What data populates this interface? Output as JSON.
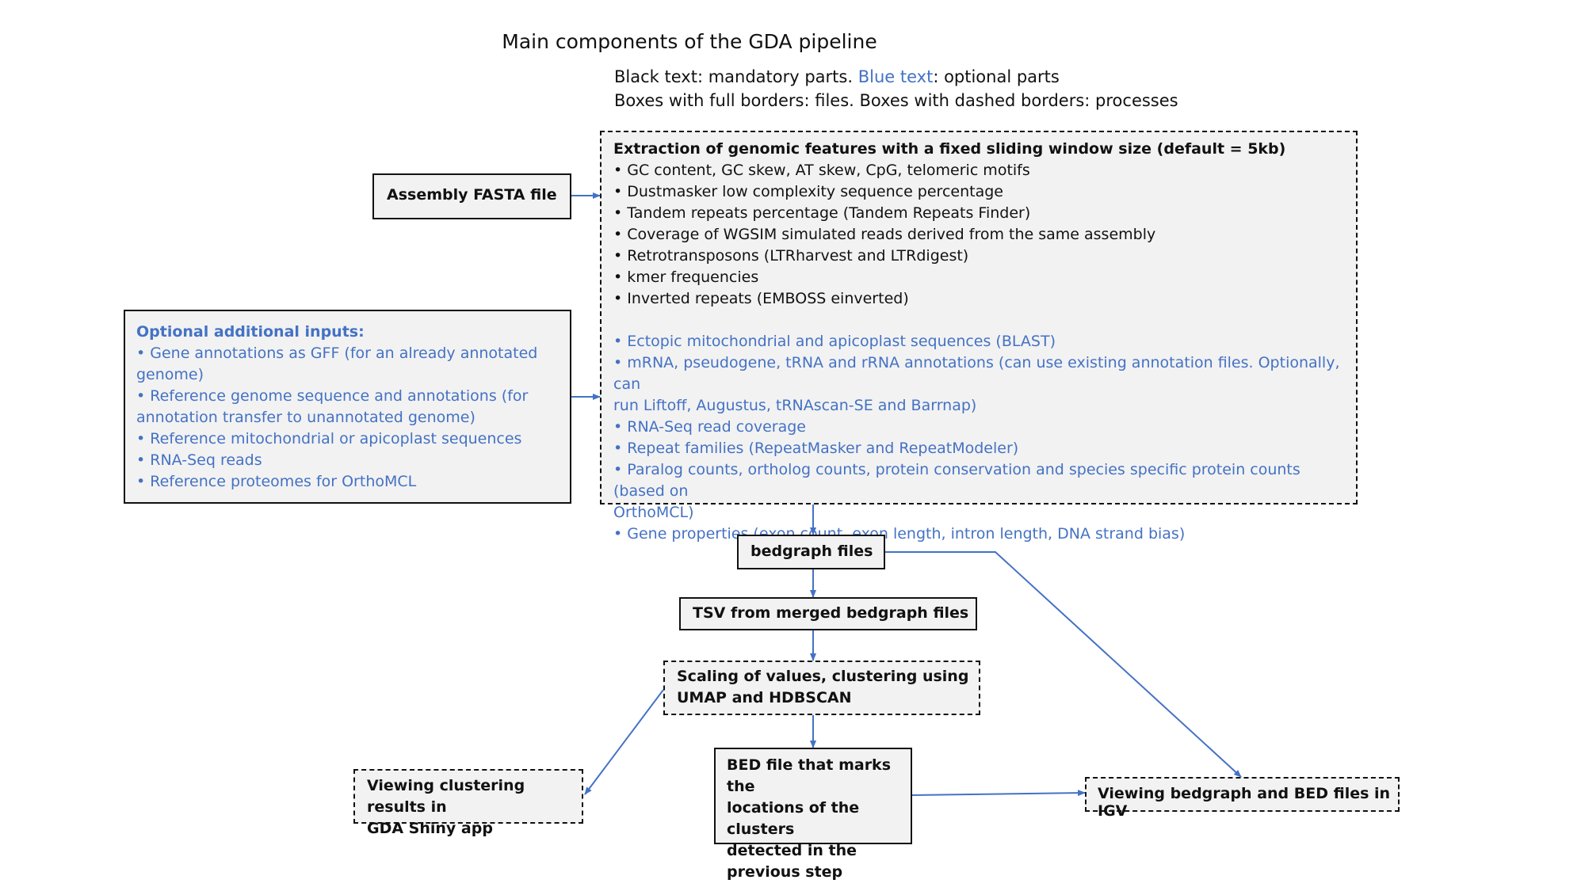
{
  "title": "Main components of the GDA pipeline",
  "legend": {
    "line1_a": "Black text: mandatory parts.",
    "line1_b": "Blue text",
    "line1_c": ": optional parts",
    "line2": "Boxes with full borders: files. Boxes with dashed borders: processes"
  },
  "colors": {
    "optional_text": "#4472c4",
    "arrow": "#4472c4",
    "box_fill": "#f2f2f2"
  },
  "nodes": {
    "assembly": "Assembly FASTA file",
    "optional": {
      "heading": "Optional additional inputs:",
      "items": [
        "• Gene annotations as GFF (for an already annotated",
        "genome)",
        "• Reference genome sequence and annotations (for",
        "annotation transfer to unannotated genome)",
        "• Reference mitochondrial or apicoplast sequences",
        "• RNA-Seq reads",
        "• Reference proteomes for OrthoMCL"
      ]
    },
    "extraction": {
      "heading": "Extraction of genomic features with a fixed sliding window size (default = 5kb)",
      "mandatory": [
        "• GC content, GC skew, AT skew, CpG, telomeric motifs",
        "• Dustmasker low complexity sequence percentage",
        "• Tandem repeats percentage (Tandem Repeats Finder)",
        "• Coverage of WGSIM simulated reads derived from the same assembly",
        "• Retrotransposons (LTRharvest and LTRdigest)",
        "• kmer frequencies",
        "• Inverted repeats (EMBOSS einverted)"
      ],
      "optional": [
        "• Ectopic mitochondrial and apicoplast sequences (BLAST)",
        "• mRNA, pseudogene, tRNA and rRNA annotations (can use existing annotation files. Optionally, can",
        "run Liftoff, Augustus, tRNAscan-SE and Barrnap)",
        "• RNA-Seq read coverage",
        "• Repeat families (RepeatMasker and RepeatModeler)",
        "• Paralog counts, ortholog counts, protein conservation and species specific protein counts (based on",
        "OrthoMCL)",
        "• Gene properties (exon count, exon length, intron length, DNA strand bias)"
      ]
    },
    "bedgraph": "bedgraph files",
    "tsv": "TSV from merged bedgraph files",
    "scaling": [
      "Scaling of values, clustering using",
      "UMAP and HDBSCAN"
    ],
    "shiny": [
      "Viewing clustering results in",
      "GDA Shiny app"
    ],
    "bed": [
      "BED file that marks the",
      "locations of the clusters",
      "detected in the",
      "previous step"
    ],
    "igv": "Viewing bedgraph and BED files in IGV"
  }
}
